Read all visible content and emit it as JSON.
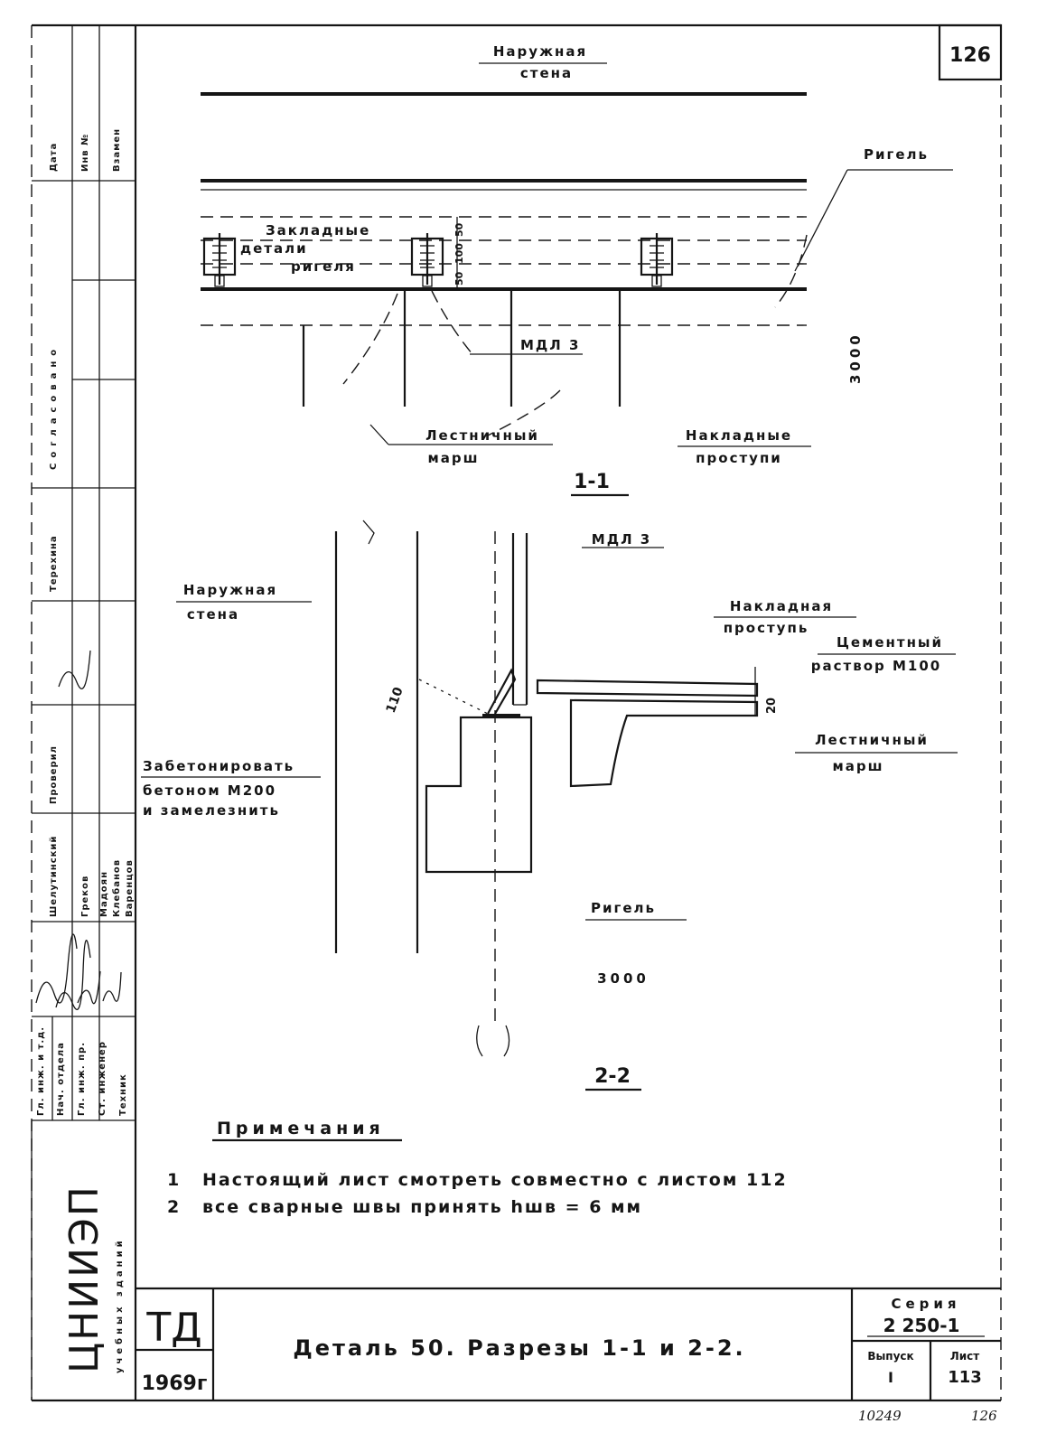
{
  "sheet_number_corner": "126",
  "plan": {
    "outer_wall_line1": "Наружная",
    "outer_wall_line2": "стена",
    "beam": "Ригель",
    "embedded_line1": "Закладные",
    "embedded_line2": "детали",
    "embedded_line3": "ригеля",
    "dim_50_top": "50",
    "dim_100": "100",
    "dim_50_bottom": "50",
    "part_mark": "МДЛ 3",
    "height_dim": "3000",
    "flight_line1": "Лестничный",
    "flight_line2": "марш",
    "treads_line1": "Накладные",
    "treads_line2": "проступи"
  },
  "section_1": {
    "title": "1-1",
    "part_mark": "МДЛ 3",
    "outer_wall_line1": "Наружная",
    "outer_wall_line2": "стена",
    "tread_line1": "Накладная",
    "tread_line2": "проступь",
    "mortar_line1": "Цементный",
    "mortar_line2": "раствор М100",
    "dim_110": "110",
    "dim_20": "20",
    "flight_line1": "Лестничный",
    "flight_line2": "марш",
    "concrete_line1": "Забетонировать",
    "concrete_line2": "бетоном М200",
    "concrete_line3": "и замелезнить",
    "beam": "Ригель",
    "height_dim": "3000"
  },
  "section_2": {
    "title": "2-2"
  },
  "notes": {
    "heading": "Примечания",
    "items": [
      {
        "num": "1",
        "text": "Настоящий лист смотреть совместно с листом 112"
      },
      {
        "num": "2",
        "text": "все сварные швы принять hшв = 6 мм"
      }
    ]
  },
  "sidebar": {
    "columns": [
      "Дата",
      "Инв №",
      "Взамен"
    ],
    "approved": "Согласовано",
    "rows": [
      {
        "role": "Гл. инж. и т.д.",
        "surname": "Терехина"
      },
      {
        "role": "Нач. отдела",
        "surname": "Проверил"
      },
      {
        "role": "Гл. инж. пр.",
        "surname": "Шелутинский"
      },
      {
        "role": "Ст. инженер",
        "surname": "Греков"
      },
      {
        "role": "Техник",
        "surname": "Клебанов"
      }
    ],
    "more_surnames": [
      "Мадоян",
      "Варенцов"
    ],
    "institute": "ЦНИИЭП",
    "institute_sub": "учебных зданий"
  },
  "title_block": {
    "code": "ТД",
    "year": "1969г",
    "title": "Деталь 50. Разрезы 1-1 и 2-2.",
    "series_label": "Серия",
    "series_value": "2 250-1",
    "issue_label": "Выпуск",
    "issue_value": "I",
    "sheet_label": "Лист",
    "sheet_value": "113"
  },
  "footer": {
    "left": "10249",
    "right": "126"
  }
}
